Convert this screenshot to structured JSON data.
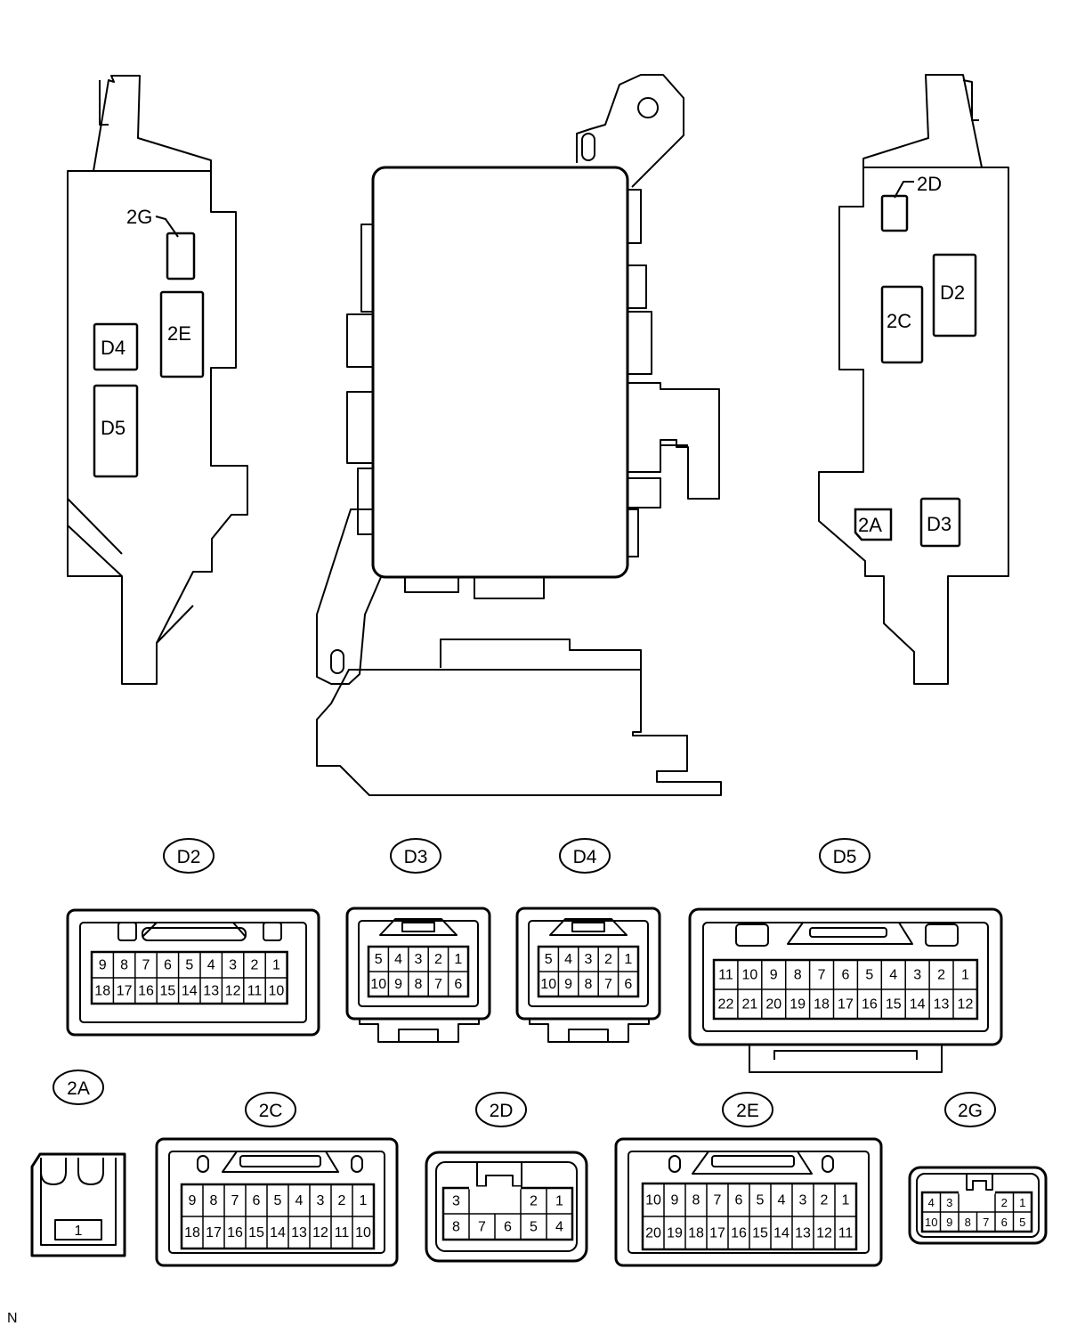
{
  "component_labels": {
    "left_2g": "2G",
    "left_2e": "2E",
    "left_d4": "D4",
    "left_d5": "D5",
    "right_2d": "2D",
    "right_d2": "D2",
    "right_2c": "2C",
    "right_2a": "2A",
    "right_d3": "D3"
  },
  "connectors": {
    "d2": {
      "label": "D2",
      "top": [
        "9",
        "8",
        "7",
        "6",
        "5",
        "4",
        "3",
        "2",
        "1"
      ],
      "bottom": [
        "18",
        "17",
        "16",
        "15",
        "14",
        "13",
        "12",
        "11",
        "10"
      ]
    },
    "d3": {
      "label": "D3",
      "top": [
        "5",
        "4",
        "3",
        "2",
        "1"
      ],
      "bottom": [
        "10",
        "9",
        "8",
        "7",
        "6"
      ]
    },
    "d4": {
      "label": "D4",
      "top": [
        "5",
        "4",
        "3",
        "2",
        "1"
      ],
      "bottom": [
        "10",
        "9",
        "8",
        "7",
        "6"
      ]
    },
    "d5": {
      "label": "D5",
      "top": [
        "11",
        "10",
        "9",
        "8",
        "7",
        "6",
        "5",
        "4",
        "3",
        "2",
        "1"
      ],
      "bottom": [
        "22",
        "21",
        "20",
        "19",
        "18",
        "17",
        "16",
        "15",
        "14",
        "13",
        "12"
      ]
    },
    "c2a": {
      "label": "2A",
      "pins": [
        "1"
      ]
    },
    "c2c": {
      "label": "2C",
      "top": [
        "9",
        "8",
        "7",
        "6",
        "5",
        "4",
        "3",
        "2",
        "1"
      ],
      "bottom": [
        "18",
        "17",
        "16",
        "15",
        "14",
        "13",
        "12",
        "11",
        "10"
      ]
    },
    "c2d": {
      "label": "2D",
      "top": [
        "3",
        "2",
        "1"
      ],
      "bottom": [
        "8",
        "7",
        "6",
        "5",
        "4"
      ]
    },
    "c2e": {
      "label": "2E",
      "top": [
        "10",
        "9",
        "8",
        "7",
        "6",
        "5",
        "4",
        "3",
        "2",
        "1"
      ],
      "bottom": [
        "20",
        "19",
        "18",
        "17",
        "16",
        "15",
        "14",
        "13",
        "12",
        "11"
      ]
    },
    "c2g": {
      "label": "2G",
      "top": [
        "4",
        "3",
        "2",
        "1"
      ],
      "bottom": [
        "10",
        "9",
        "8",
        "7",
        "6",
        "5"
      ]
    }
  },
  "footer": "N"
}
